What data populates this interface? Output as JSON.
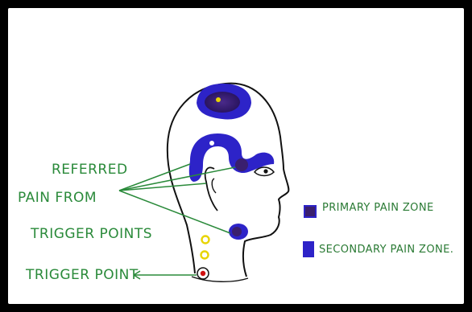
{
  "labels": {
    "referred_line1": "REFERRED",
    "referred_line2": "PAIN FROM",
    "referred_line3": "TRIGGER POINTS",
    "trigger_point": "TRIGGER POINT"
  },
  "legend": {
    "primary_label": "PRIMARY PAIN ZONE",
    "secondary_label": "SECONDARY PAIN ZONE."
  },
  "colors": {
    "frame": "#000000",
    "background": "#ffffff",
    "text": "#2a8a3a",
    "primary_zone": "#3a1f6e",
    "secondary_zone": "#2d23c8",
    "trigger_ring": "#e8d400",
    "trigger_core": "#d01010"
  }
}
